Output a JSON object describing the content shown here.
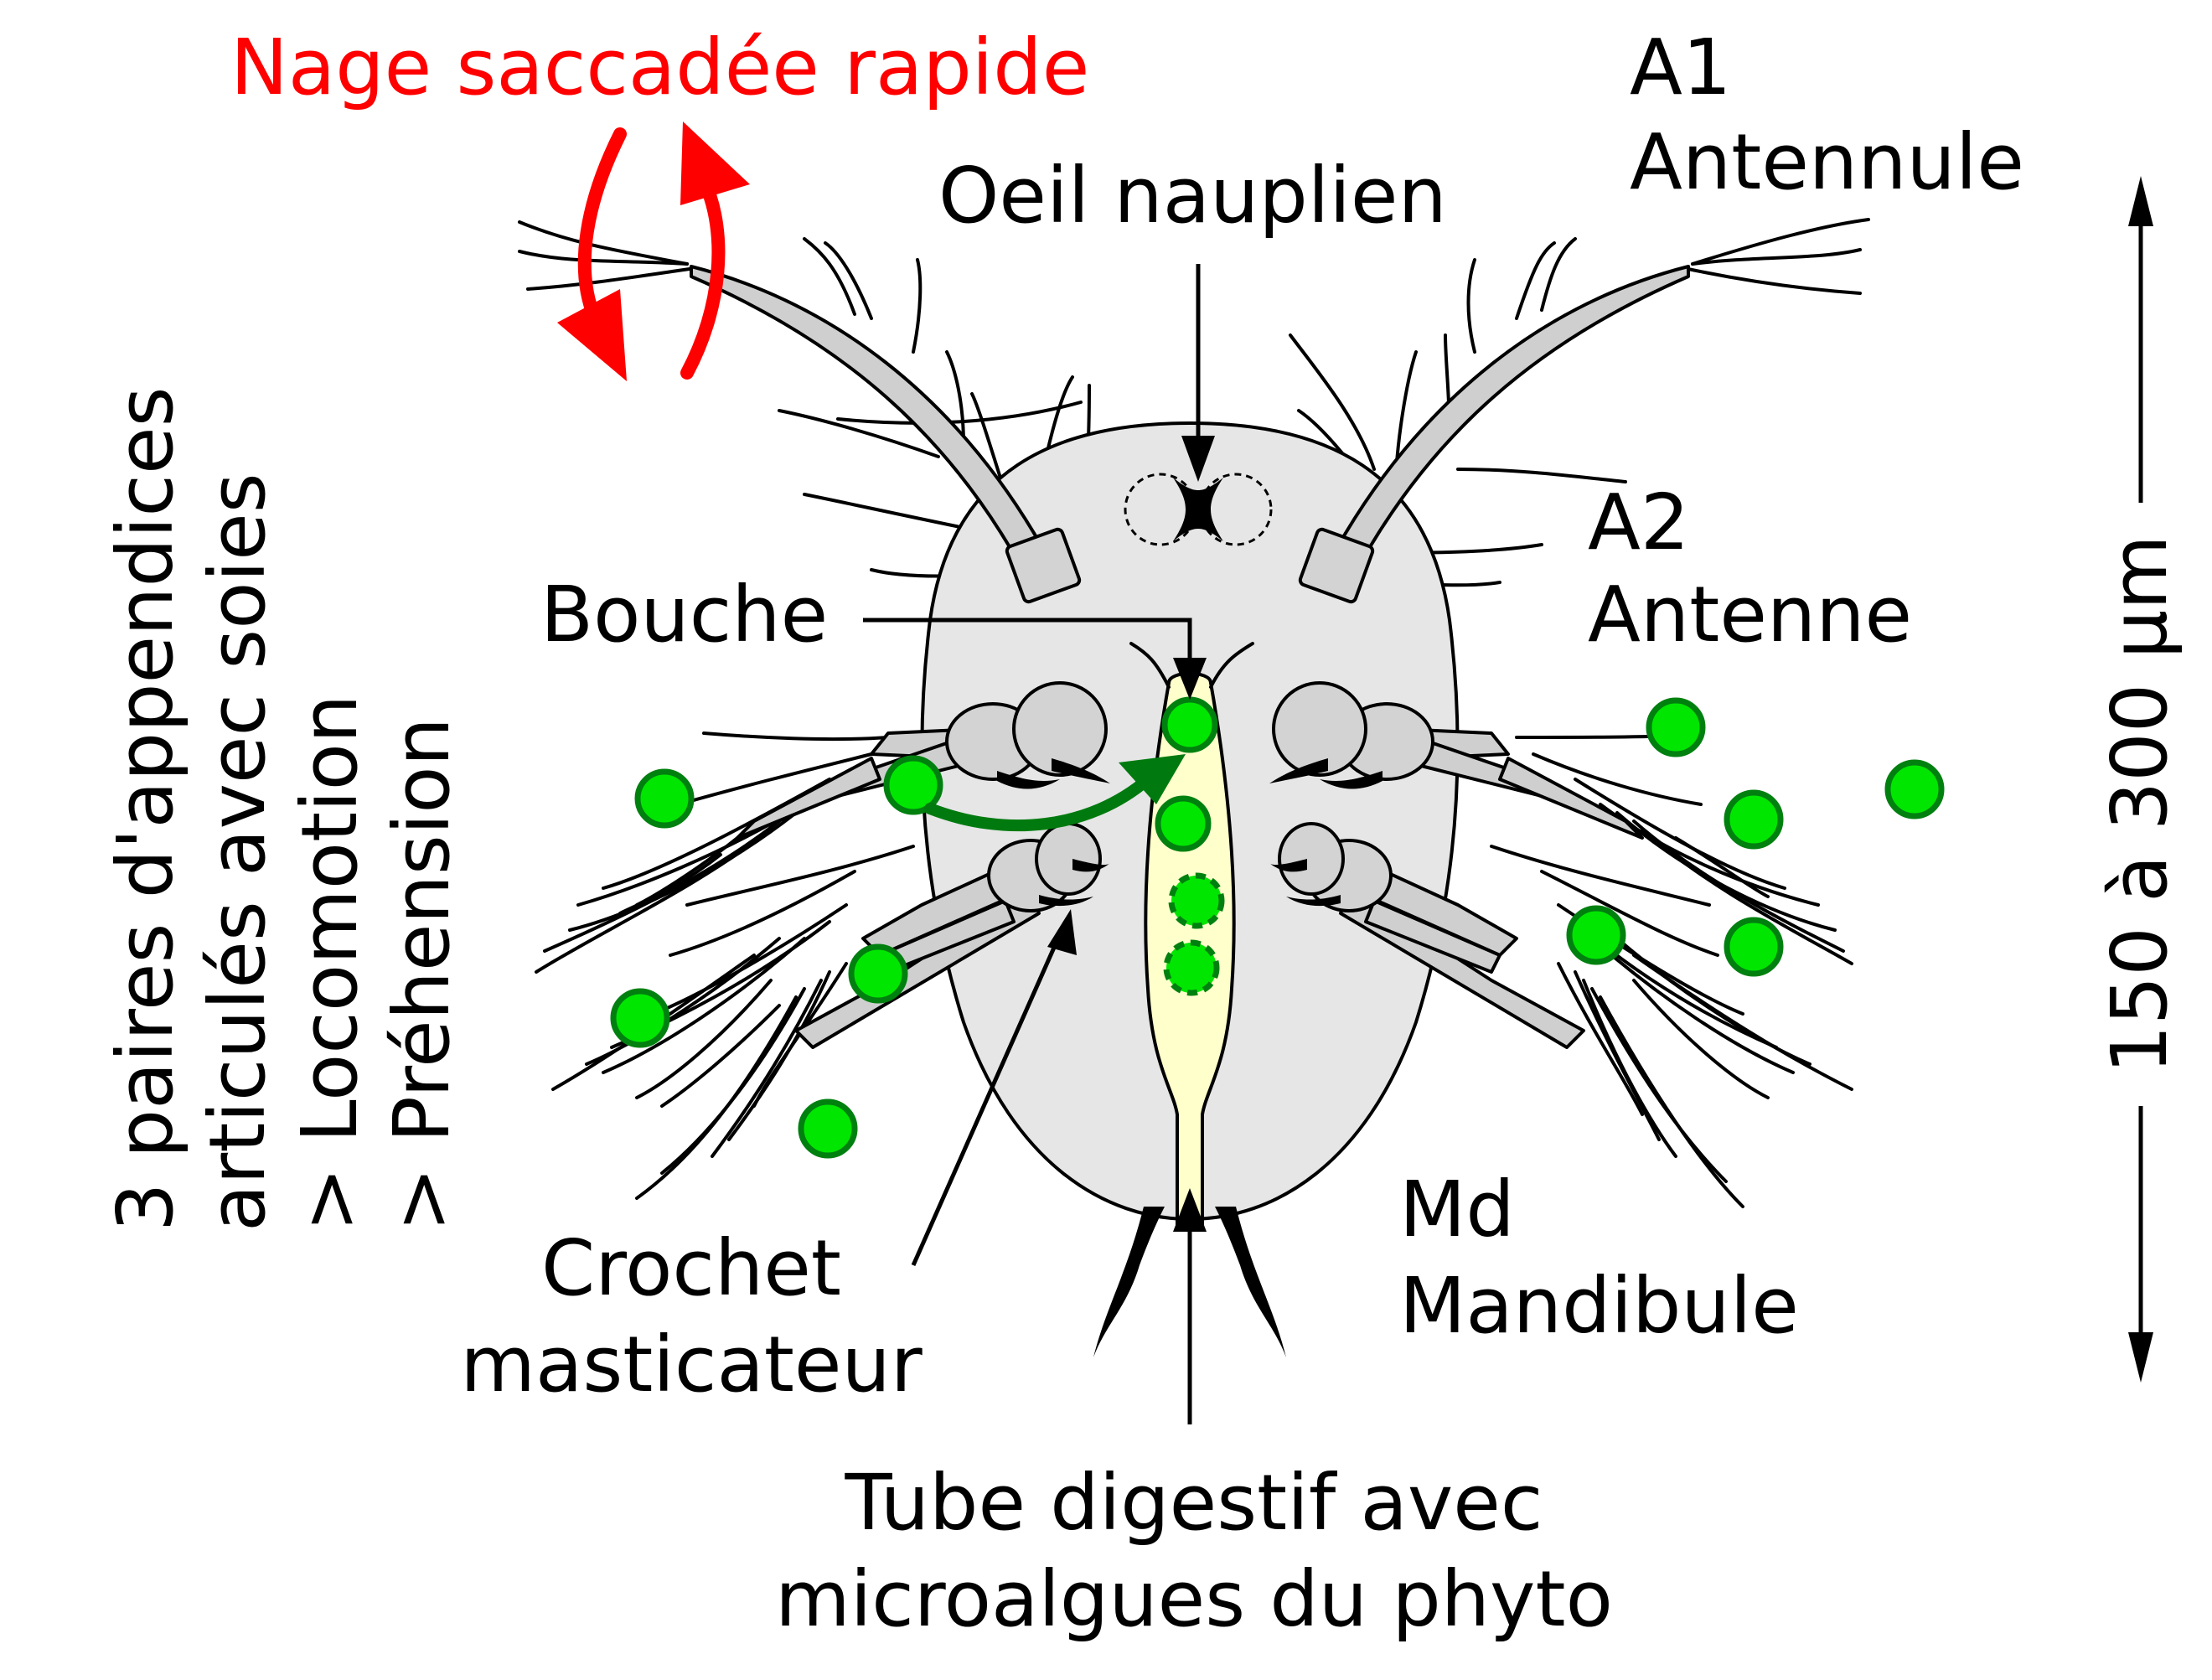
{
  "colors": {
    "body_fill": "#e6e6e6",
    "appendage_fill": "#cccccc",
    "gut_fill": "#ffffcc",
    "algae_fill": "#00e600",
    "algae_stroke": "#00800f",
    "feeding_arrow": "#007a0f",
    "swim_arrow": "#ff0000",
    "outline": "#000000"
  },
  "labels": {
    "swim": "Nage saccadée rapide",
    "eye": "Oeil nauplien",
    "a1_code": "A1",
    "a1_name": "Antennule",
    "a2_code": "A2",
    "a2_name": "Antenne",
    "mouth": "Bouche",
    "md_code": "Md",
    "md_name": "Mandibule",
    "hook_line1": "Crochet",
    "hook_line2": "masticateur",
    "gut_line1": "Tube digestif avec",
    "gut_line2": "microalgues du phyto",
    "appendages_line1": "3 paires d'appendices",
    "appendages_line2": "articulés avec soies",
    "appendages_line3": "> Locomotion",
    "appendages_line4": "> Préhension",
    "size": "150 à 300 µm"
  }
}
